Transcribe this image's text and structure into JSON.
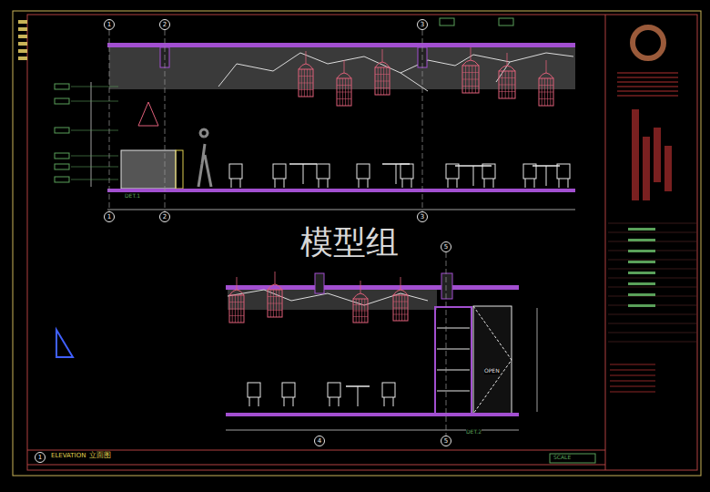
{
  "diagram": {
    "nodes": [
      {
        "text": [
          "1"
        ]
      },
      {
        "text": [
          "2"
        ]
      },
      {
        "text": [
          "3"
        ]
      },
      {
        "text": [
          "1"
        ]
      },
      {
        "text": [
          "2"
        ]
      },
      {
        "text": [
          "3"
        ]
      },
      {
        "text": [
          "5"
        ]
      },
      {
        "text": [
          "4"
        ]
      },
      {
        "text": [
          "5"
        ]
      },
      {
        "text": [
          "1"
        ]
      }
    ],
    "edges": [
      {
        "from": 0,
        "to": 3,
        "arrow": "none"
      },
      {
        "from": 1,
        "to": 4,
        "arrow": "none"
      },
      {
        "from": 2,
        "to": 5,
        "arrow": "none"
      },
      {
        "from": 6,
        "to": 8,
        "arrow": "none"
      }
    ],
    "labels": [
      "模型组",
      "ELEVATION",
      "立面图",
      "SCALE",
      "OPEN",
      "DET.1",
      "DET.2"
    ]
  }
}
